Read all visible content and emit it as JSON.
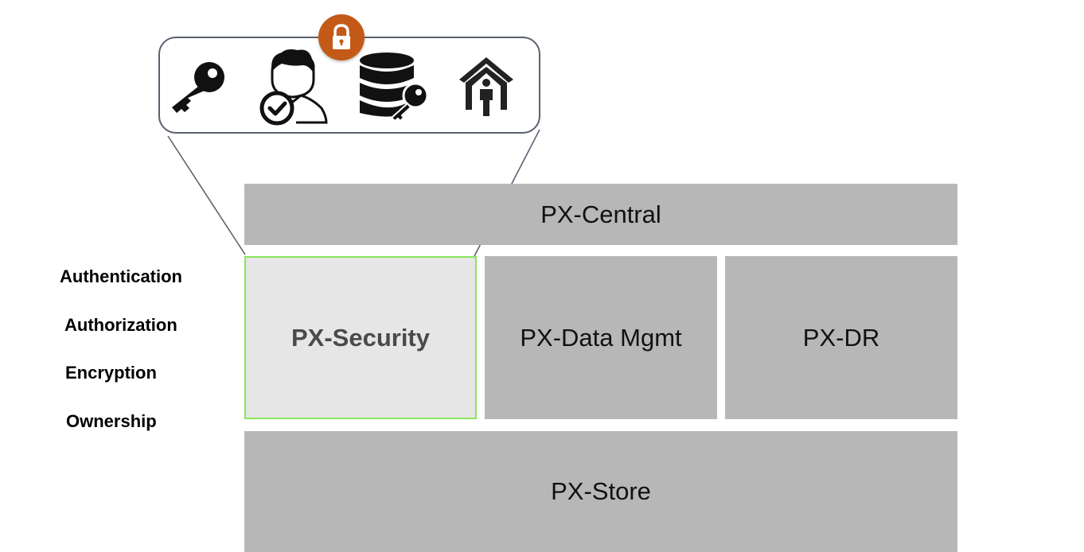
{
  "callout": {
    "icons": [
      "key-icon",
      "verified-user-icon",
      "database-key-icon",
      "home-ownership-icon"
    ],
    "badge_icon": "lock-icon",
    "badge_color": "#c35a17"
  },
  "blocks": {
    "central": "PX-Central",
    "security": "PX-Security",
    "data_mgmt": "PX-Data Mgmt",
    "dr": "PX-DR",
    "store": "PX-Store"
  },
  "features": [
    "Authentication",
    "Authorization",
    "Encryption",
    "Ownership"
  ],
  "colors": {
    "block_gray": "#b7b7b7",
    "security_fill": "#e6e6e6",
    "security_border": "#8ae65c"
  }
}
